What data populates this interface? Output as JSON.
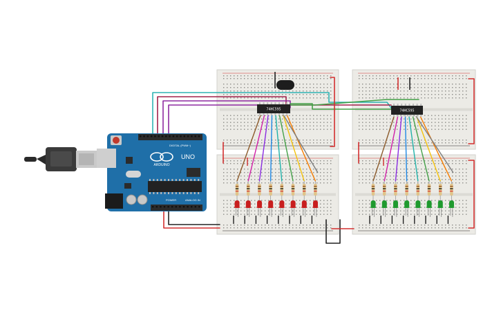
{
  "arduino": {
    "brand": "ARDUINO",
    "model": "UNO",
    "digital_label": "DIGITAL (PWM~)",
    "power_label": "POWER",
    "analog_label": "ANALOG IN",
    "colors": {
      "board": "#1f6fa8",
      "header": "#2b2b2b",
      "chip": "#222222"
    }
  },
  "chips": [
    {
      "label": "74HC595"
    },
    {
      "label": "74HC595"
    }
  ],
  "leds": {
    "left_bank_color": "#c81e1e",
    "right_bank_color": "#1f9a2e",
    "count_per_bank": 8
  },
  "wire_colors": [
    "#8b5a2b",
    "#d01fa8",
    "#8a2be2",
    "#1e88e5",
    "#20b2aa",
    "#43a047",
    "#f4c20d",
    "#f57c00",
    "#7d7d7d"
  ],
  "signal_wires": {
    "data": "#2fb3b3",
    "clock": "#8e2aa0",
    "latch": "#a0204a"
  },
  "rail_colors": {
    "positive": "#d32f2f",
    "negative": "#222222"
  },
  "breadboard_color": "#ecebe6",
  "cable_color": "#3a3a3a"
}
